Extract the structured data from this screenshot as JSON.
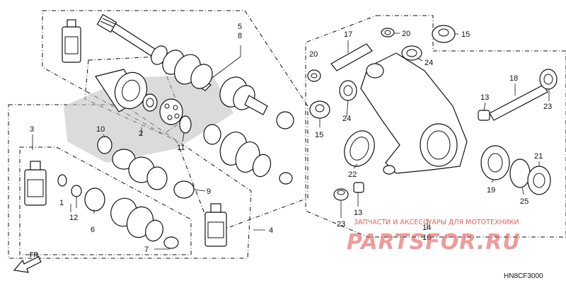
{
  "callouts": {
    "n1": "1",
    "n2": "2",
    "n3": "3",
    "n4": "4",
    "n5": "5",
    "n6": "6",
    "n7": "7",
    "n8": "8",
    "n9": "9",
    "n10": "10",
    "n11": "11",
    "n12": "12",
    "n13a": "13",
    "n13b": "13",
    "n14": "14",
    "n15a": "15",
    "n15b": "15",
    "n16": "16",
    "n17": "17",
    "n18": "18",
    "n19": "19",
    "n20a": "20",
    "n20b": "20",
    "n21": "21",
    "n22": "22",
    "n23a": "23",
    "n23b": "23",
    "n24a": "24",
    "n24b": "24",
    "n25": "25"
  },
  "watermark": {
    "tagline": "ЗАПЧАСТИ И АКСЕССУАРЫ ДЛЯ МОТОТЕХНИКИ",
    "brand": "PARTSFOR.RU"
  },
  "direction_label": "FR.",
  "diagram_code": "HN8CF3000",
  "colors": {
    "ink": "#111111",
    "watermark": "#e14a4a",
    "shade": "#bdbdbd"
  }
}
